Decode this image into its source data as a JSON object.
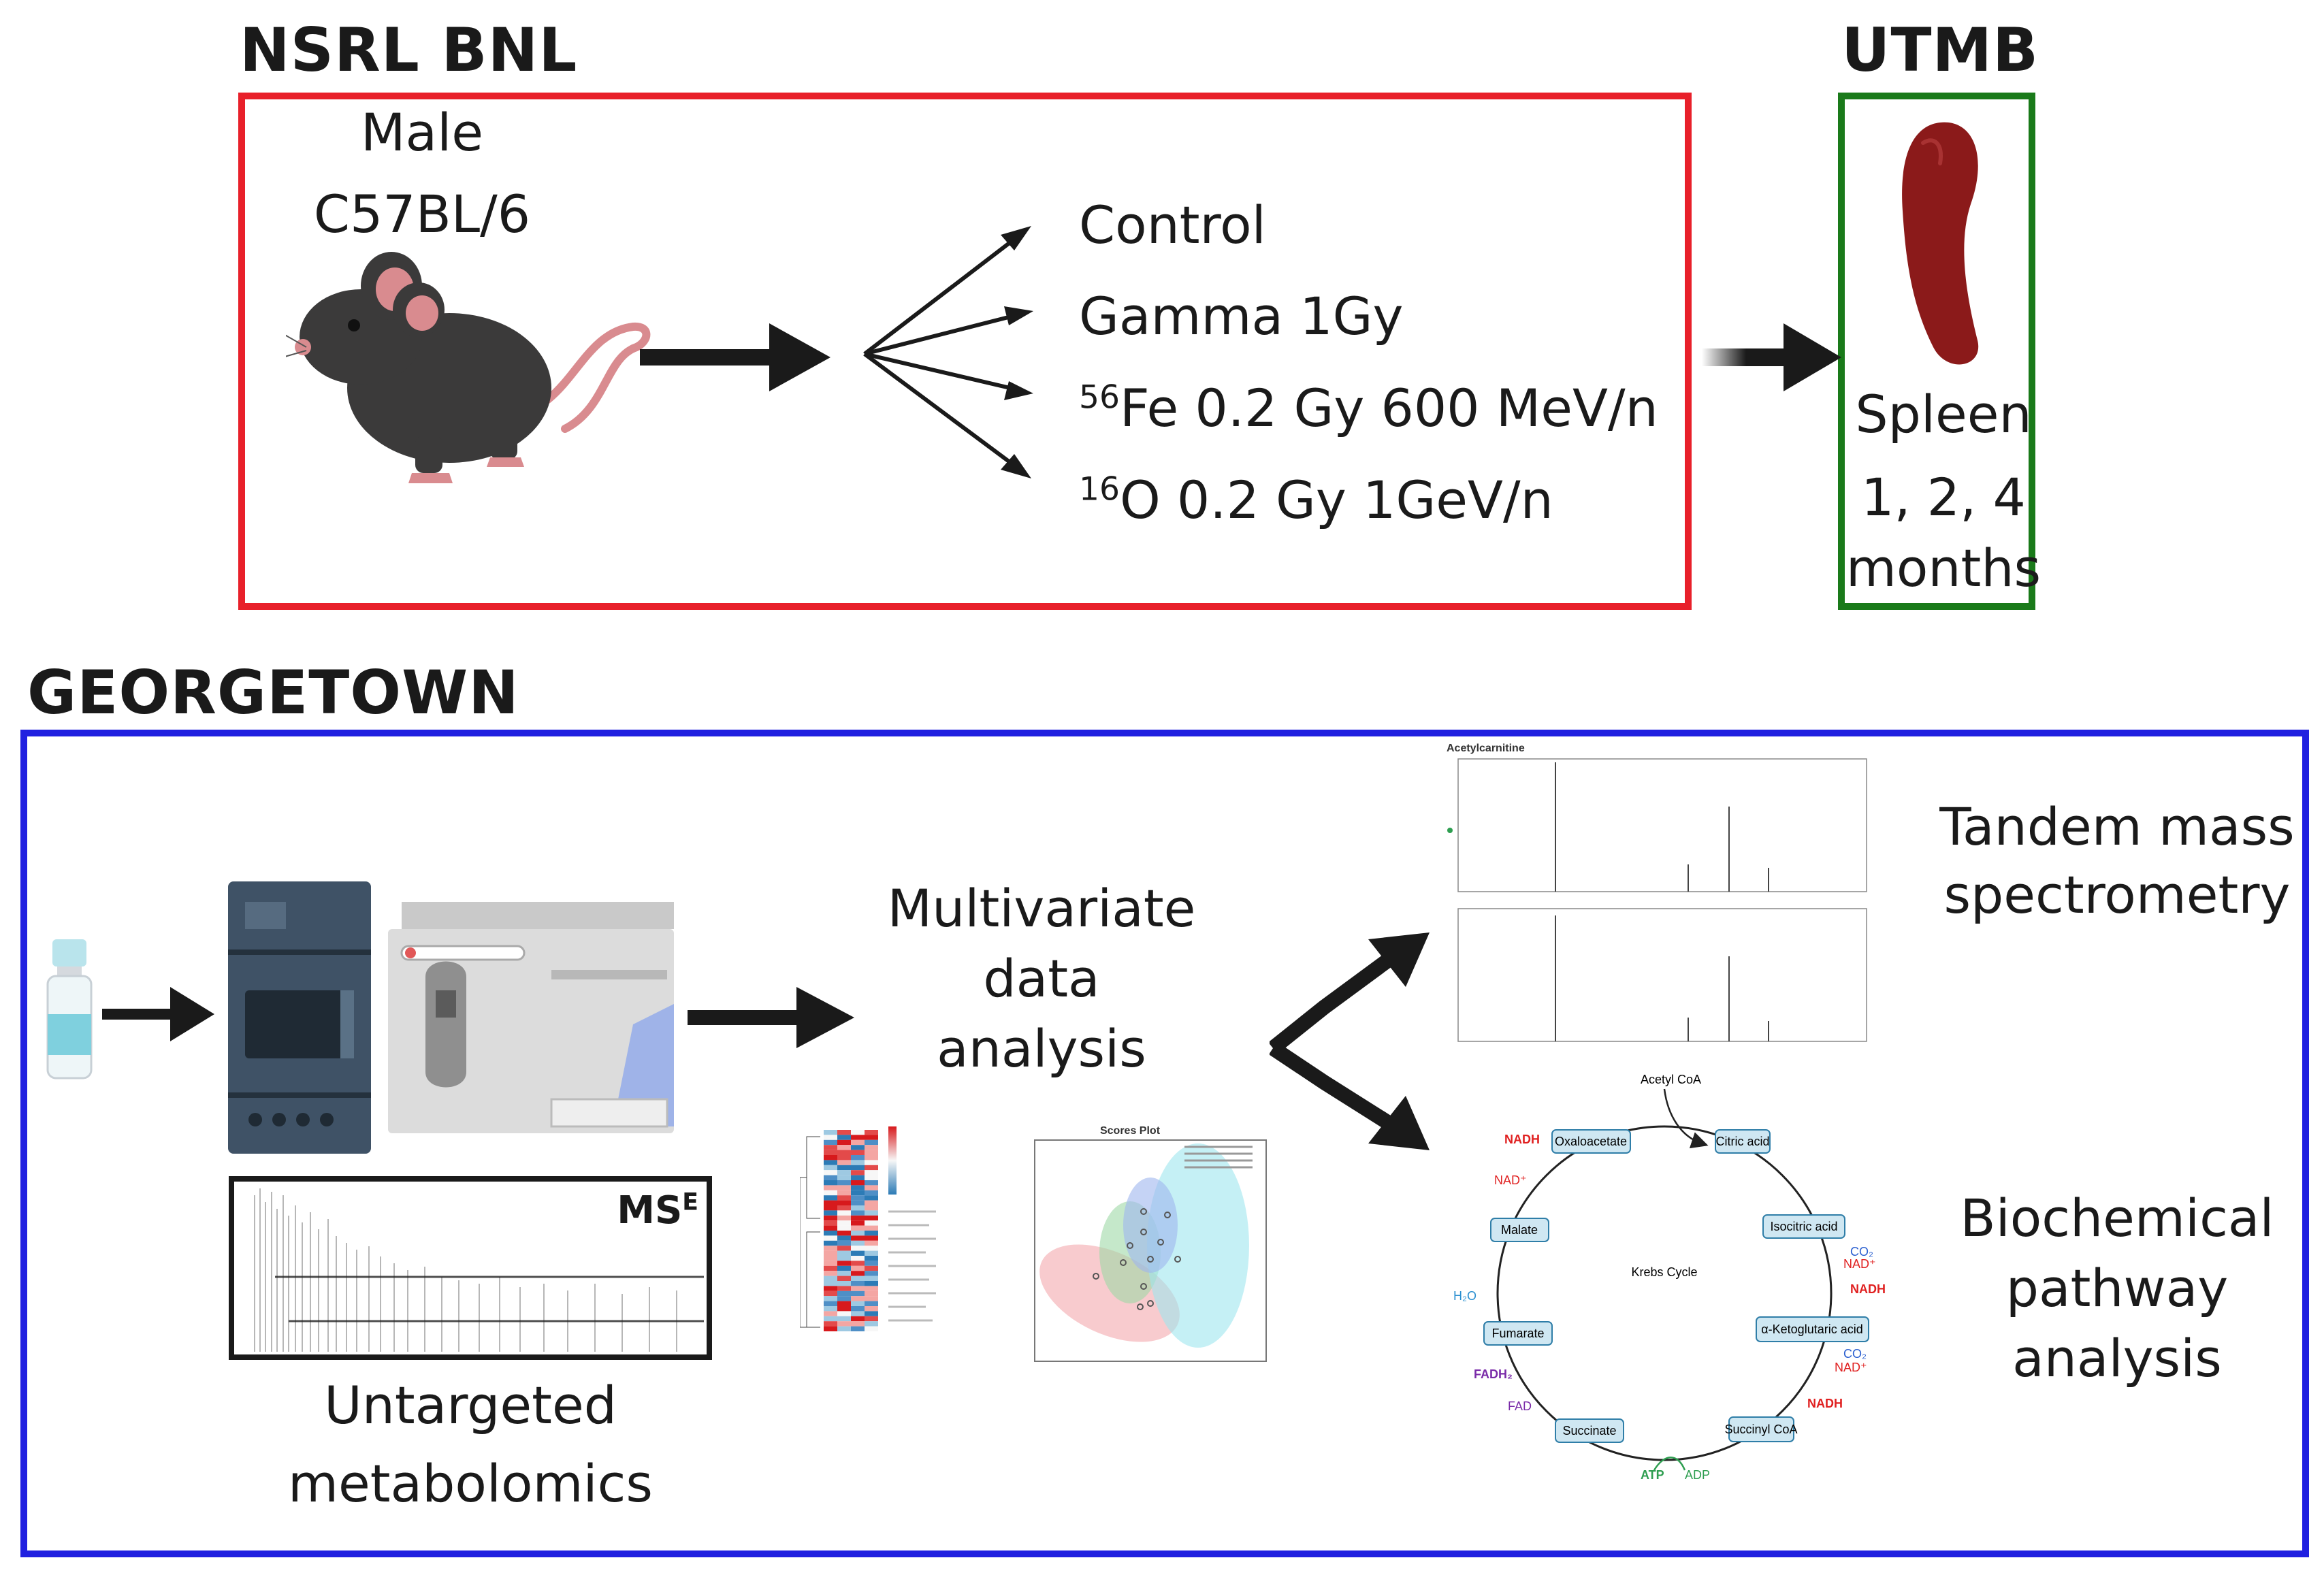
{
  "top": {
    "nsrl_title": "NSRL BNL",
    "utmb_title": "UTMB",
    "mouse_line1": "Male",
    "mouse_line2": "C57BL/6",
    "treatments": {
      "control": "Control",
      "gamma": "Gamma 1Gy",
      "fe_sup": "56",
      "fe_text": "Fe 0.2 Gy 600 MeV/n",
      "o_sup": "16",
      "o_text": "O 0.2 Gy 1GeV/n"
    },
    "spleen_label": "Spleen",
    "timepoints_line1": "1, 2, 4",
    "timepoints_line2": "months"
  },
  "bottom": {
    "georgetown_title": "GEORGETOWN",
    "mse_label": "MS",
    "mse_sup": "E",
    "untargeted_line1": "Untargeted",
    "untargeted_line2": "metabolomics",
    "multivariate_line1": "Multivariate",
    "multivariate_line2": "data",
    "multivariate_line3": "analysis",
    "tandem_line1": "Tandem mass",
    "tandem_line2": "spectrometry",
    "biochem_line1": "Biochemical",
    "biochem_line2": "pathway",
    "biochem_line3": "analysis",
    "scores_plot_title": "Scores Plot",
    "spectrum_title": "Acetylcarnitine",
    "krebs": {
      "title": "Krebs Cycle",
      "acetyl_coa": "Acetyl CoA",
      "oxaloacetate": "Oxaloacetate",
      "citric_acid": "Citric acid",
      "isocitric_acid": "Isocitric acid",
      "ketoglutaric_acid": "α-Ketoglutaric acid",
      "succinyl_coa": "Succinyl CoA",
      "succinate": "Succinate",
      "fumarate": "Fumarate",
      "malate": "Malate",
      "nadh": "NADH",
      "nad": "NAD⁺",
      "co2": "CO₂",
      "h2o": "H₂O",
      "fadh2": "FADH₂",
      "fad": "FAD",
      "atp": "ATP",
      "adp": "ADP"
    }
  },
  "colors": {
    "nsrl_border": "#e8202a",
    "utmb_border": "#1a7a1a",
    "georgetown_border": "#2020e0",
    "arrow": "#1a1a1a",
    "spleen": "#8b1a1a",
    "mouse": "#3b3a3a"
  }
}
